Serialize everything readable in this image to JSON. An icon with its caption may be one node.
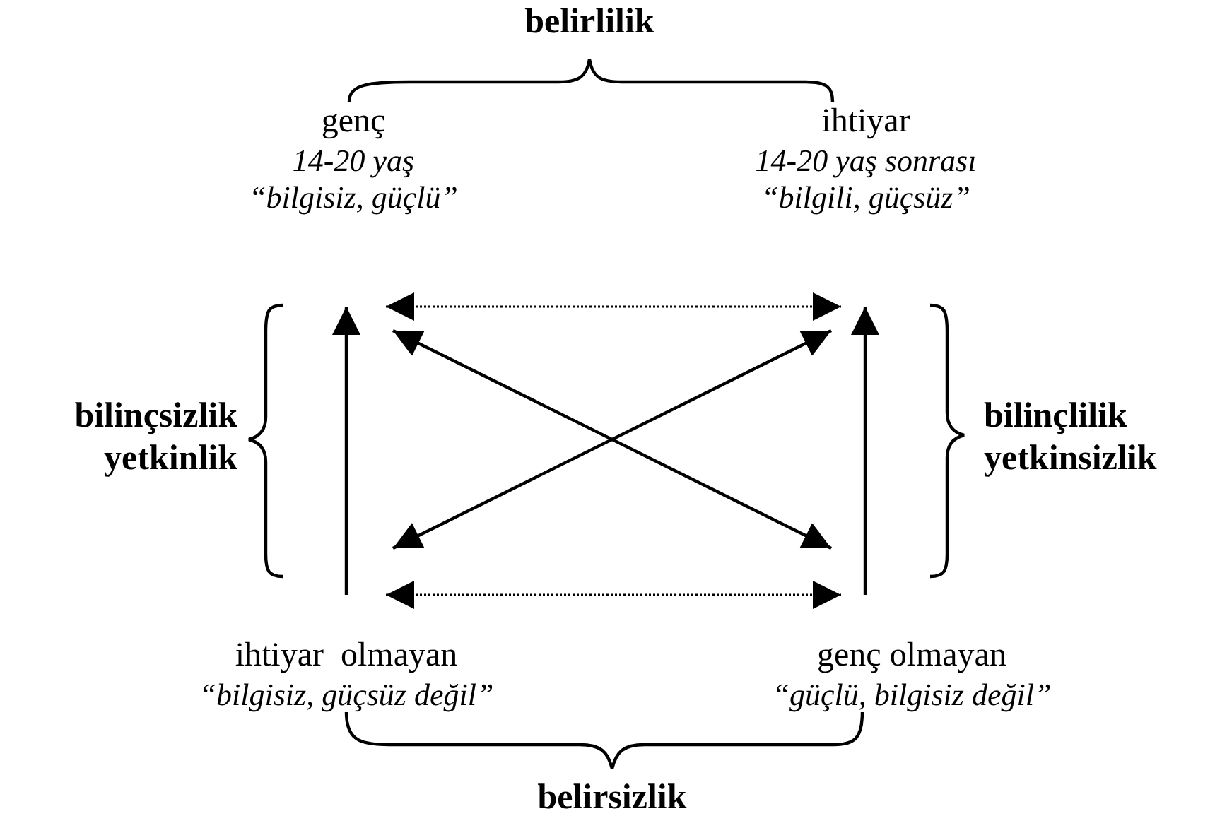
{
  "diagram": {
    "nodes": [
      {
        "text": [
          "genç",
          "14-20 yaş",
          "“bilgisiz, güçlü”"
        ]
      },
      {
        "text": [
          "ihtiyar",
          "14-20 yaş sonrası",
          "“bilgili, güçsüz”"
        ]
      },
      {
        "text": [
          "ihtiyar  olmayan",
          "“bilgisiz, güçsüz değil”"
        ]
      },
      {
        "text": [
          "genç olmayan",
          "“güçlü, bilgisiz değil”"
        ]
      }
    ],
    "edges": [
      {
        "from": 0,
        "to": 1,
        "arrow": "both",
        "style": "dashed"
      },
      {
        "from": 2,
        "to": 0,
        "arrow": "to"
      },
      {
        "from": 3,
        "to": 1,
        "arrow": "to"
      },
      {
        "from": 0,
        "to": 3,
        "arrow": "both"
      },
      {
        "from": 1,
        "to": 2,
        "arrow": "both"
      },
      {
        "from": 2,
        "to": 3,
        "arrow": "both",
        "style": "dashed"
      }
    ],
    "labels": [
      "belirlilik",
      "bilinçsizlik",
      "yetkinlik",
      "bilinçlilik",
      "yetkinsizlik",
      "belirsizlik"
    ]
  }
}
